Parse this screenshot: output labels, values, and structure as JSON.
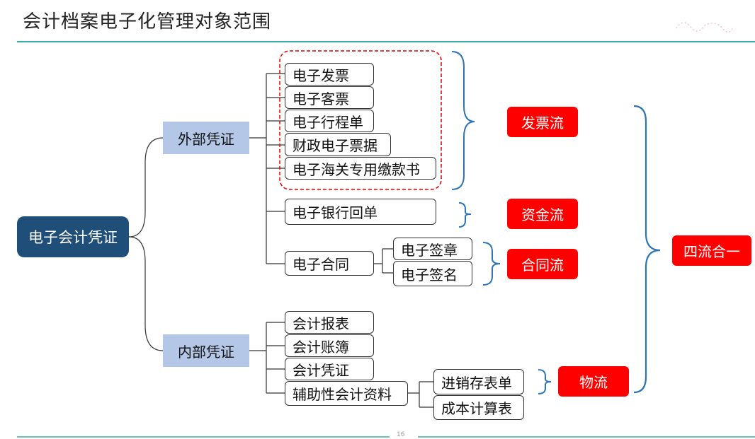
{
  "title": "会计档案电子化管理对象范围",
  "page_number": "16",
  "root": "电子会计凭证",
  "external": {
    "label": "外部凭证",
    "items": [
      "电子发票",
      "电子客票",
      "电子行程单",
      "财政电子票据",
      "电子海关专用缴款书",
      "电子银行回单",
      "电子合同"
    ],
    "contract_children": [
      "电子签章",
      "电子签名"
    ]
  },
  "internal": {
    "label": "内部凭证",
    "items": [
      "会计报表",
      "会计账簿",
      "会计凭证",
      "辅助性会计资料"
    ],
    "aux_children": [
      "进销存表单",
      "成本计算表"
    ]
  },
  "flows": {
    "invoice": "发票流",
    "capital": "资金流",
    "contract": "合同流",
    "logistics": "物流",
    "unified": "四流合一"
  },
  "colors": {
    "root": "#1f4e79",
    "category": "#b4c7e7",
    "flow": "#ff0000",
    "bracket": "#2e75b6",
    "rule": "#3aa8a8"
  }
}
